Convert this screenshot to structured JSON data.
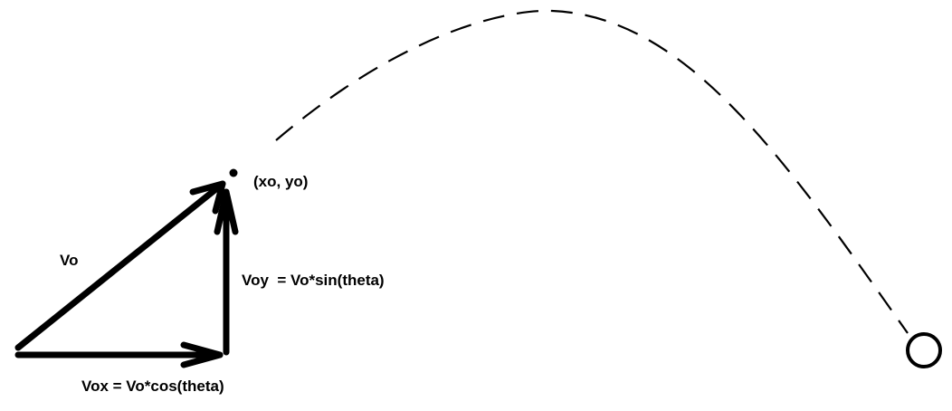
{
  "colors": {
    "background": "#ffffff",
    "ink": "#000000"
  },
  "labels": {
    "velocity": "Vo",
    "origin_point": "(xo, yo)",
    "vertical_component": "Voy  = Vo*sin(theta)",
    "horizontal_component": "Vox = Vo*cos(theta)"
  }
}
